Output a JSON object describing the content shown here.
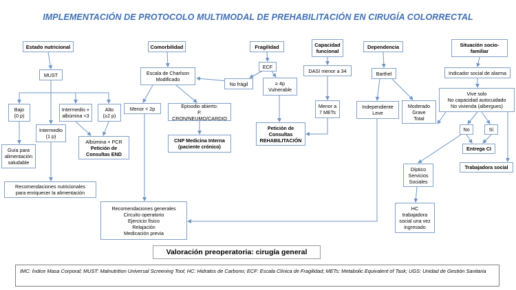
{
  "title": "IMPLEMENTACIÓN DE PROTOCOLO MULTIMODAL DE PREHABILITACIÓN EN CIRUGÍA COLORRECTAL",
  "nodes": {
    "estado": [
      "Estado nutricional"
    ],
    "must": [
      "MUST"
    ],
    "bajo": [
      "Bajo",
      "(0 p)"
    ],
    "intermedio": [
      "Intermedio",
      "(1 p)"
    ],
    "inter_alb": [
      "Intermedio +",
      "albúmina <3"
    ],
    "alto": [
      "Alto",
      "(≥2 p)"
    ],
    "guia": [
      "Guía para",
      "alimentación",
      "saludable"
    ],
    "alb_pcr": [
      "Albúmina + PCR",
      "Petición de",
      "Consultas END"
    ],
    "recom_nut": [
      "Recomendaciones nutricionales",
      "para enriquecer la alimentación"
    ],
    "comorb": [
      "Comorbilidad"
    ],
    "charlson": [
      "Escala de Charlson",
      "Modificado"
    ],
    "menor2": [
      "Menor < 2p"
    ],
    "episodio": [
      "Episodio abierto:",
      "P. CRON/NEUMO/CARDIO"
    ],
    "cnp": [
      "CNP Medicina Interna",
      "(paciente crónico)"
    ],
    "fragilidad": [
      "Fragilidad"
    ],
    "ecf": [
      "ECF"
    ],
    "nofragil": [
      "No frágil"
    ],
    "vulnerable": [
      "≥ 4p",
      "Vulnerable"
    ],
    "capacidad": [
      "Capacidad",
      "funcional"
    ],
    "dasi": [
      "DASI menor a 34"
    ],
    "menor7": [
      "Menor a",
      "7 METs"
    ],
    "peticion_reh": [
      "Petición de",
      "Consultas",
      "REHABILITACIÓN"
    ],
    "dependencia": [
      "Dependencia"
    ],
    "barthel": [
      "Barthel"
    ],
    "indep": [
      "Independiente",
      "Leve"
    ],
    "moderado": [
      "Moderado",
      "Grave",
      "Total"
    ],
    "situacion": [
      "Situación socio-",
      "familiar"
    ],
    "indicador": [
      "Indicador social de alarma"
    ],
    "vivesolo": [
      "Vive solo",
      "No capacidad autocuidado",
      "No vivienda (albergues)"
    ],
    "no": [
      "No"
    ],
    "si": [
      "Sí"
    ],
    "entrega": [
      "Entrega CI"
    ],
    "trabajadora": [
      "Trabajadora social"
    ],
    "diptico": [
      "Díptico",
      "Servicios",
      "Sociales"
    ],
    "hc": [
      "HC",
      "trabajadora",
      "social una vez",
      "ingresado"
    ],
    "recom_gen": [
      "Recomendaciones generales",
      "Circuito operatorio",
      "Ejercicio físico",
      "Relajación",
      "Medicación previa"
    ],
    "valoracion": [
      "Valoración preoperatoria:  cirugía general"
    ]
  },
  "footnote": "IMC: Índice Masa Corporal; MUST: Malnutrition Universal Screening Tool; HC: Hidratos de Carbono; ECF: Escala Clínica de Fragilidad; METs: Metabolic Equivalent of Task; UGS: Unidad de Gestión Sanitaria",
  "colors": {
    "title": "#3f6fb5",
    "border": "#7f9fc7",
    "arrow": "#6f95c4"
  }
}
